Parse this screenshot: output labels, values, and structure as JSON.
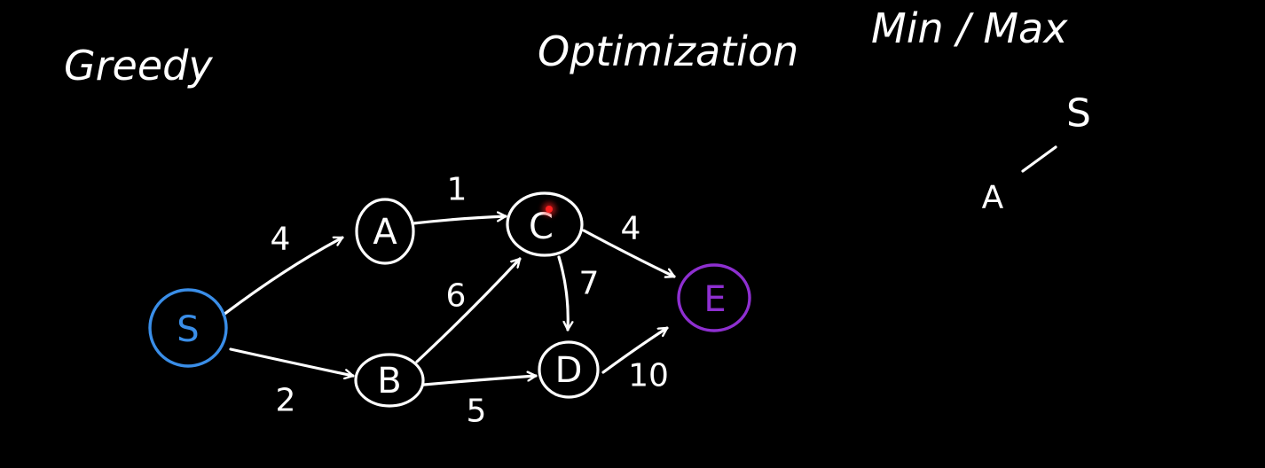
{
  "headings": {
    "left": "Greedy",
    "center": "Optimization",
    "right": "Min / Max"
  },
  "colors": {
    "background": "#000000",
    "ink": "#ffffff",
    "start_node": "#3a8ee8",
    "end_node": "#8e2fd0",
    "pointer": "#ff2020"
  },
  "graph": {
    "nodes": [
      {
        "id": "S",
        "label": "S",
        "color": "#3a8ee8"
      },
      {
        "id": "A",
        "label": "A",
        "color": "#ffffff"
      },
      {
        "id": "B",
        "label": "B",
        "color": "#ffffff"
      },
      {
        "id": "C",
        "label": "C",
        "color": "#ffffff"
      },
      {
        "id": "D",
        "label": "D",
        "color": "#ffffff"
      },
      {
        "id": "E",
        "label": "E",
        "color": "#8e2fd0"
      }
    ],
    "edges": [
      {
        "from": "S",
        "to": "A",
        "weight": "4"
      },
      {
        "from": "S",
        "to": "B",
        "weight": "2"
      },
      {
        "from": "A",
        "to": "C",
        "weight": "1"
      },
      {
        "from": "B",
        "to": "C",
        "weight": "6"
      },
      {
        "from": "B",
        "to": "D",
        "weight": "5"
      },
      {
        "from": "C",
        "to": "D",
        "weight": "7"
      },
      {
        "from": "C",
        "to": "E",
        "weight": "4"
      },
      {
        "from": "D",
        "to": "E",
        "weight": "10"
      }
    ]
  },
  "tree_sketch": {
    "root": "S",
    "child": "A"
  }
}
